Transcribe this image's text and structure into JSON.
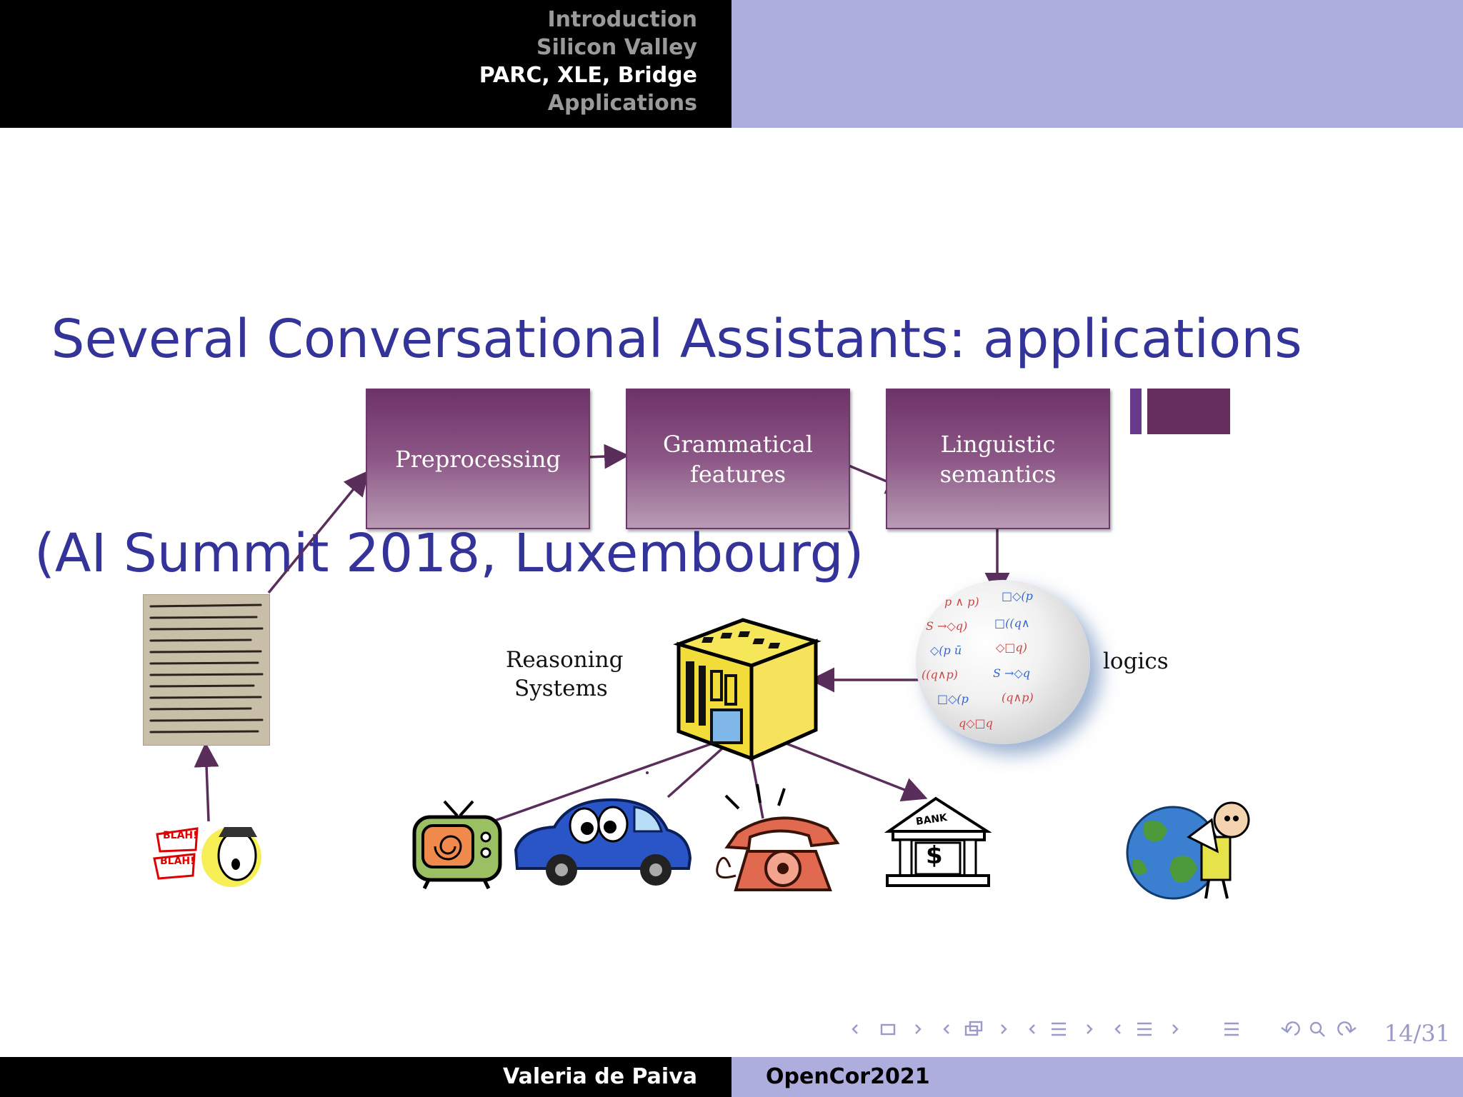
{
  "header": {
    "sections": [
      {
        "label": "Introduction",
        "active": false
      },
      {
        "label": "Silicon Valley",
        "active": false
      },
      {
        "label": "PARC, XLE, Bridge",
        "active": true
      },
      {
        "label": "Applications",
        "active": false
      }
    ]
  },
  "slide": {
    "title_line1": " Several Conversational Assistants: applications",
    "title_line2": "(AI Summit 2018, Luxembourg)"
  },
  "diagram": {
    "boxes": {
      "preprocessing": "Preprocessing",
      "grammatical_1": "Grammatical",
      "grammatical_2": "features",
      "linguistic_1": "Linguistic",
      "linguistic_2": "semantics"
    },
    "reasoning_1": "Reasoning",
    "reasoning_2": "Systems",
    "logics": "logics",
    "bank_sign": "BANK",
    "blah": "BLAH!",
    "colors": {
      "box": "#7b4577",
      "arrow": "#5a2e5a",
      "cube": "#f2e04a"
    }
  },
  "footer": {
    "author": "Valeria de Paiva",
    "event": "OpenCor2021",
    "page": "14/31"
  },
  "nav_icons": [
    "prev-frame-icon",
    "frame-icon",
    "next-frame-icon",
    "prev-subsection-icon",
    "subsection-icon",
    "next-subsection-icon",
    "prev-section-icon",
    "section-icon",
    "next-section-icon",
    "prev-doc-icon",
    "doc-icon",
    "next-doc-icon",
    "outline-icon",
    "back-icon",
    "search-icon",
    "forward-icon"
  ]
}
